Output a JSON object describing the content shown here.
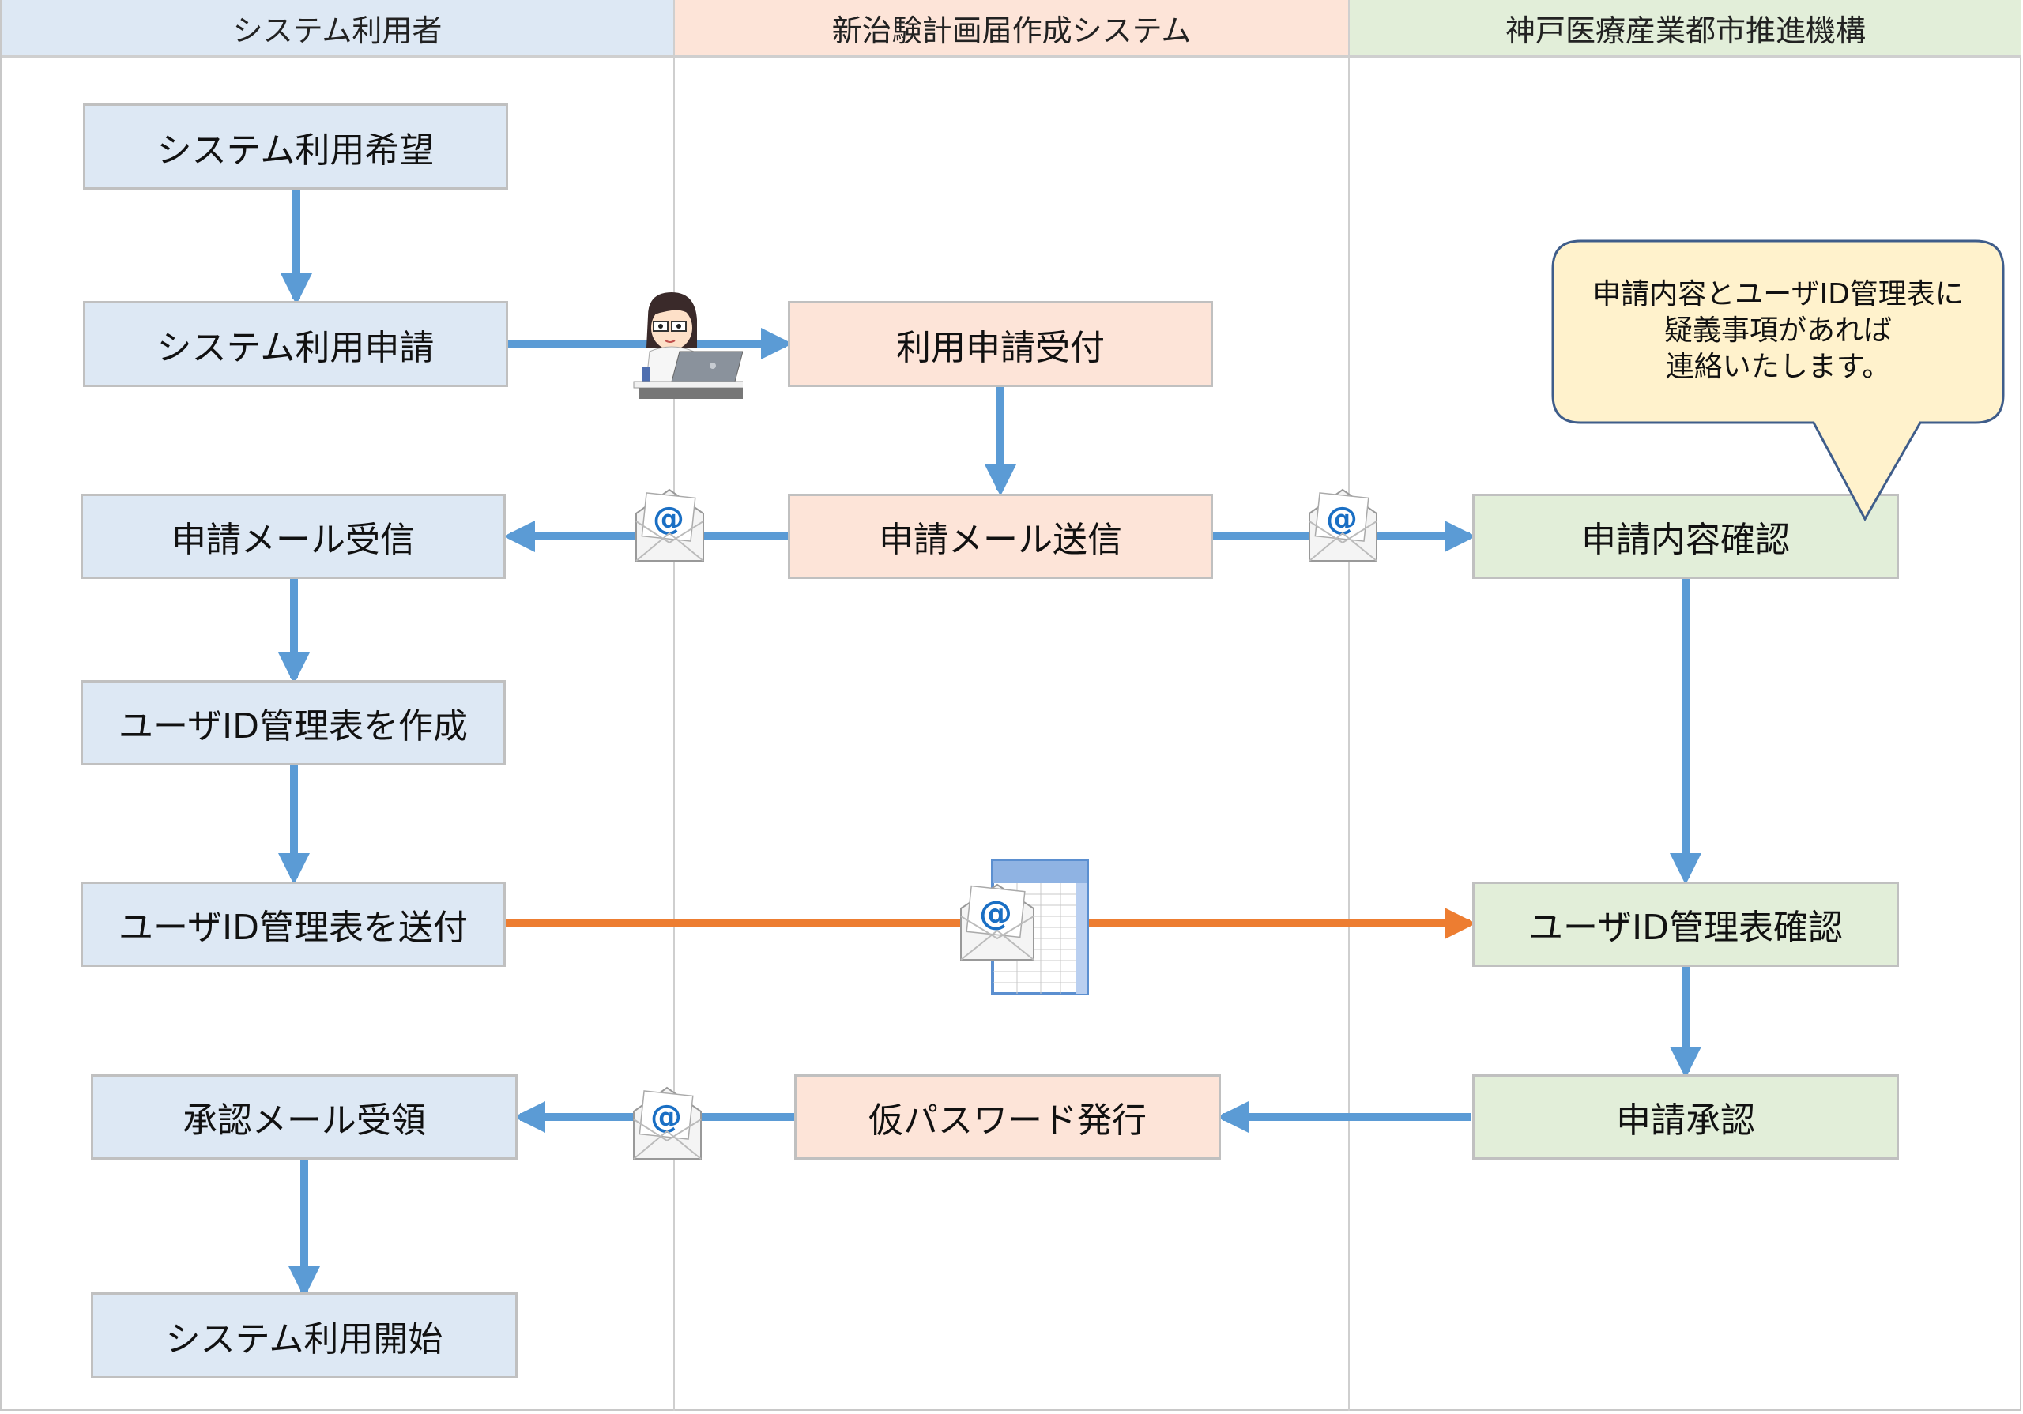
{
  "lanes": [
    {
      "title": "システム利用者",
      "color": "#dde8f4"
    },
    {
      "title": "新治験計画届作成システム",
      "color": "#fde4d8"
    },
    {
      "title": "神戸医療産業都市推進機構",
      "color": "#e2eed9"
    }
  ],
  "steps": {
    "user_wish": "システム利用希望",
    "user_apply": "システム利用申請",
    "user_receive_mail": "申請メール受信",
    "user_create_table": "ユーザID管理表を作成",
    "user_send_table": "ユーザID管理表を送付",
    "user_receive_approval": "承認メール受領",
    "user_start": "システム利用開始",
    "sys_accept": "利用申請受付",
    "sys_send_mail": "申請メール送信",
    "sys_temp_password": "仮パスワード発行",
    "org_check_content": "申請内容確認",
    "org_check_table": "ユーザID管理表確認",
    "org_approve": "申請承認"
  },
  "callout": {
    "lines": [
      "申請内容とユーザID管理表に",
      "疑義事項があれば",
      "連絡いたします。"
    ]
  },
  "colors": {
    "flow_arrow": "#5b9bd5",
    "table_arrow": "#ed7d31",
    "callout_fill": "#fff2cc",
    "callout_border": "#3f5d8a"
  },
  "icons": {
    "person": "person-at-laptop-icon",
    "mail": "email-at-icon",
    "mail_table": "email-spreadsheet-icon",
    "mail_at_symbol": "@"
  }
}
